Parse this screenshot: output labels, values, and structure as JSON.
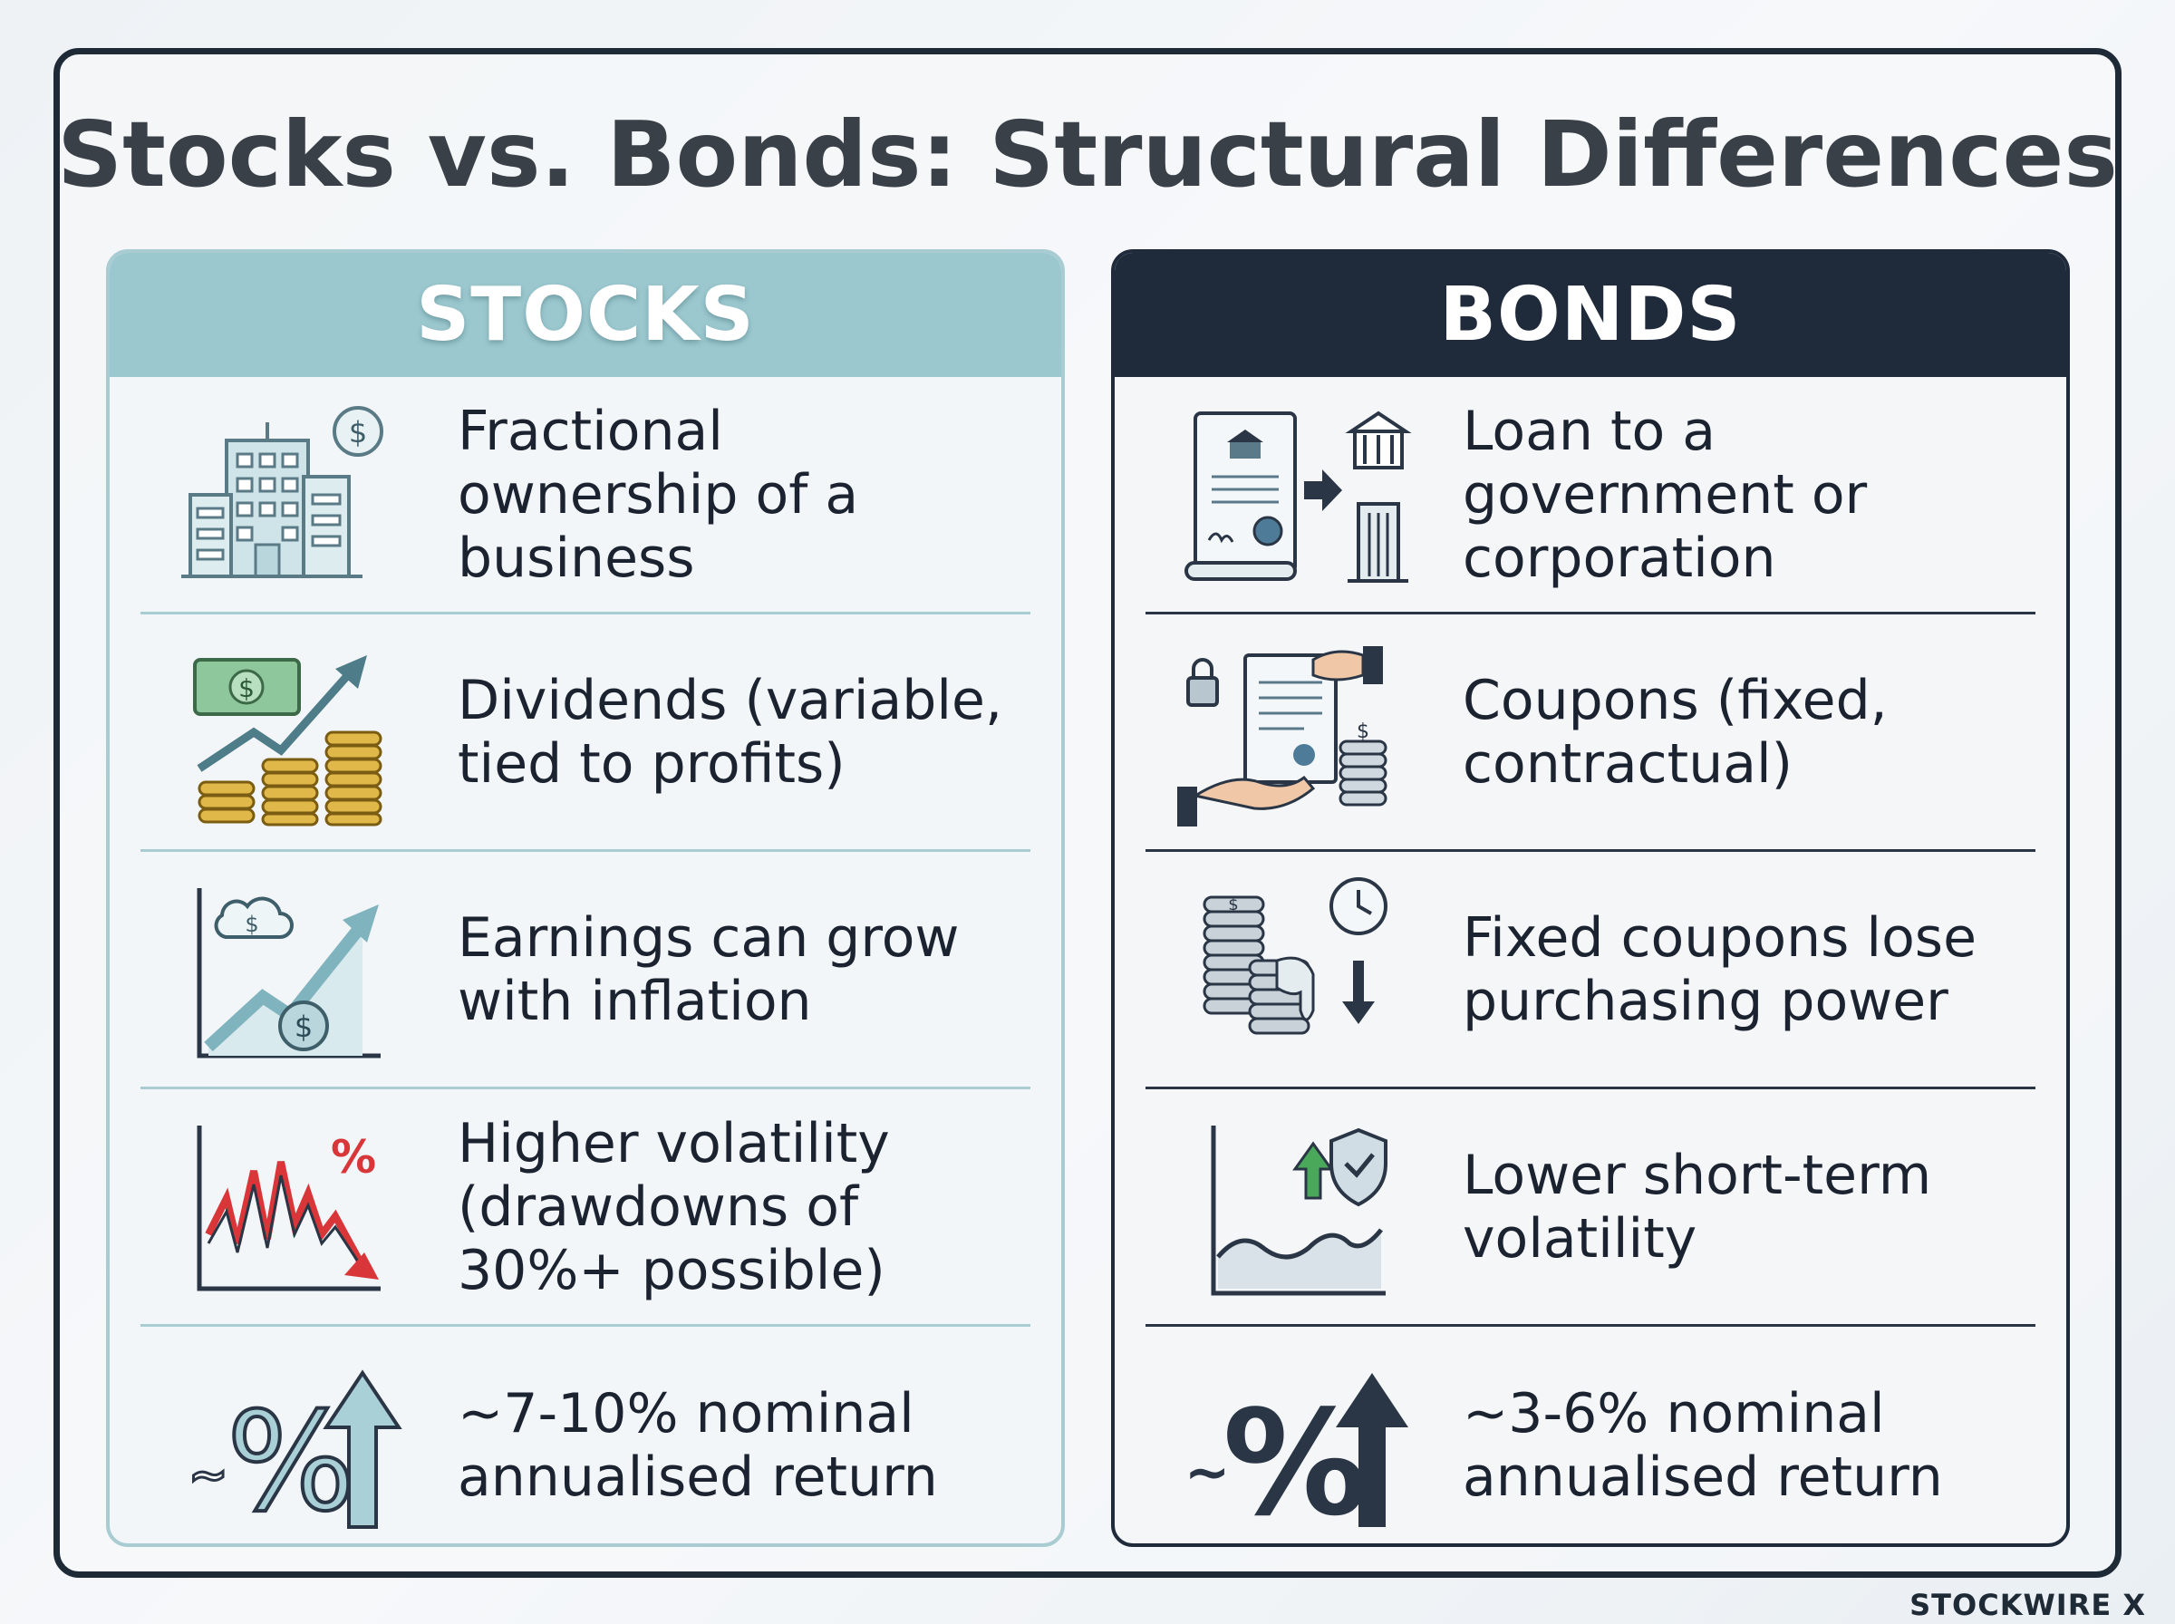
{
  "title": "Stocks vs. Bonds: Structural Differences",
  "brand": "STOCKWIRE X",
  "colors": {
    "stocks_accent": "#9bc8cf",
    "bonds_accent": "#1f2a3a",
    "negative": "#d9363a",
    "positive": "#3a9a4a"
  },
  "stocks": {
    "header": "STOCKS",
    "rows": [
      {
        "icon": "office-building-dollar-icon",
        "text": "Fractional ownership of a business"
      },
      {
        "icon": "cash-coins-growth-icon",
        "text": "Dividends (variable, tied to profits)"
      },
      {
        "icon": "rising-chart-dollar-icon",
        "text": "Earnings can grow with inflation"
      },
      {
        "icon": "volatile-chart-percent-icon",
        "text": "Higher volatility (drawdowns of 30%+ possible)"
      },
      {
        "icon": "percent-up-arrow-icon",
        "text": "~7-10% nominal annualised return"
      }
    ]
  },
  "bonds": {
    "header": "BONDS",
    "rows": [
      {
        "icon": "certificate-to-government-icon",
        "text": "Loan to a government or corporation"
      },
      {
        "icon": "contract-handshake-coins-icon",
        "text": "Coupons (fixed, contractual)"
      },
      {
        "icon": "melting-coins-clock-icon",
        "text": "Fixed coupons lose purchasing power"
      },
      {
        "icon": "stable-chart-shield-icon",
        "text": "Lower short-term volatility"
      },
      {
        "icon": "percent-up-arrow-icon",
        "text": "~3-6% nominal annualised return"
      }
    ]
  }
}
